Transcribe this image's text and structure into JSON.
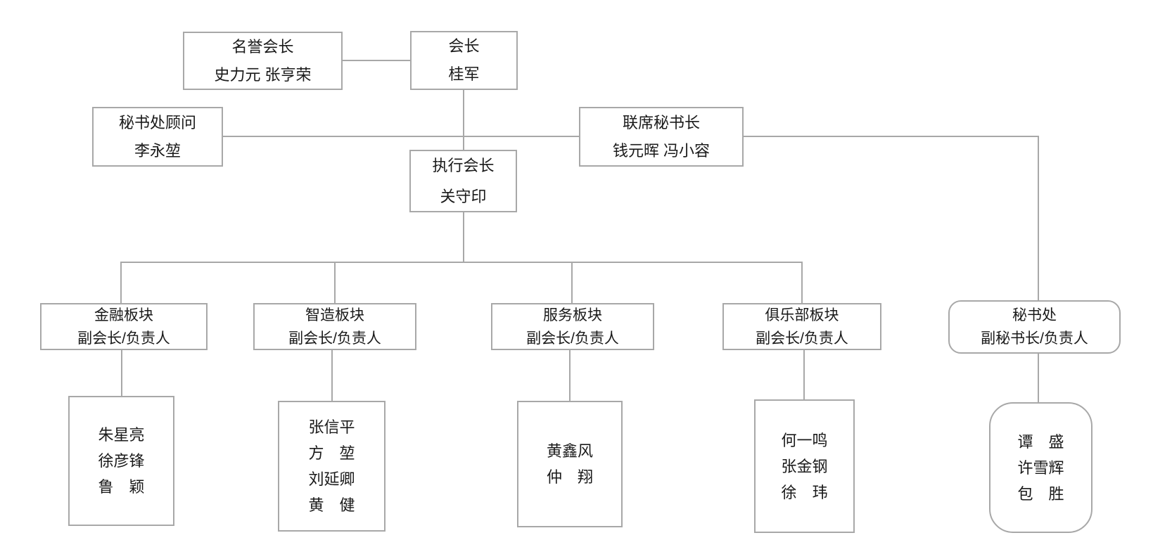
{
  "diagram": {
    "background": "#ffffff",
    "line_color": "#a8a8a8",
    "text_color": "#1a1a1a",
    "nodes": {
      "honorary_president": {
        "title": "名誉会长",
        "names": "史力元 张亨荣"
      },
      "president": {
        "title": "会长",
        "names": "桂军"
      },
      "secretariat_advisor": {
        "title": "秘书处顾问",
        "names": "李永堃"
      },
      "joint_secretary_general": {
        "title": "联席秘书长",
        "names": "钱元晖 冯小容"
      },
      "executive_president": {
        "title": "执行会长",
        "names": "关守印"
      }
    },
    "branches": [
      {
        "title": "金融板块",
        "subtitle": "副会长/负责人",
        "members": [
          "朱星亮",
          "徐彦锋",
          "鲁　颖"
        ]
      },
      {
        "title": "智造板块",
        "subtitle": "副会长/负责人",
        "members": [
          "张信平",
          "方　堃",
          "刘延卿",
          "黄　健"
        ]
      },
      {
        "title": "服务板块",
        "subtitle": "副会长/负责人",
        "members": [
          "黄鑫风",
          "仲　翔"
        ]
      },
      {
        "title": "俱乐部板块",
        "subtitle": "副会长/负责人",
        "members": [
          "何一鸣",
          "张金钢",
          "徐　玮"
        ]
      },
      {
        "title": "秘书处",
        "subtitle": "副秘书长/负责人",
        "members": [
          "谭　盛",
          "许雪辉",
          "包　胜"
        ],
        "shape": "rounded"
      }
    ]
  }
}
